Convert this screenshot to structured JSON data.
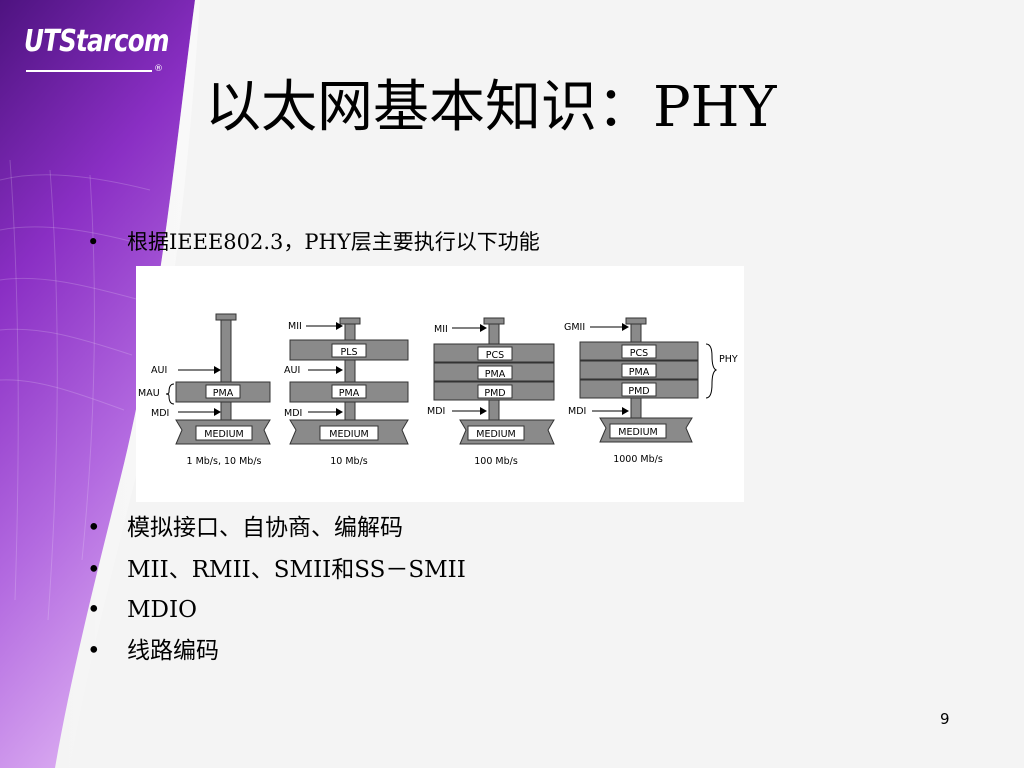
{
  "logo": {
    "text": "UTStarcom",
    "registered": "®"
  },
  "title": "以太网基本知识：PHY",
  "bullets": [
    {
      "marker": "•",
      "text": "根据IEEE802.3，PHY层主要执行以下功能"
    },
    {
      "marker": "•",
      "text": "模拟接口、自协商、编解码"
    },
    {
      "marker": "•",
      "text": "MII、RMII、SMII和SS－SMII"
    },
    {
      "marker": "•",
      "text": "MDIO"
    },
    {
      "marker": "•",
      "text": "线路编码"
    }
  ],
  "diagram": {
    "columns": [
      {
        "caption": "1 Mb/s, 10 Mb/s",
        "pma": "PMA",
        "medium": "MEDIUM",
        "aui": "AUI",
        "mau": "MAU",
        "mdi": "MDI"
      },
      {
        "caption": "10 Mb/s",
        "mii": "MII",
        "pls": "PLS",
        "aui": "AUI",
        "pma": "PMA",
        "mdi": "MDI",
        "medium": "MEDIUM"
      },
      {
        "caption": "100 Mb/s",
        "mii": "MII",
        "pcs": "PCS",
        "pma": "PMA",
        "pmd": "PMD",
        "mdi": "MDI",
        "medium": "MEDIUM"
      },
      {
        "caption": "1000 Mb/s",
        "gmii": "GMII",
        "pcs": "PCS",
        "pma": "PMA",
        "pmd": "PMD",
        "mdi": "MDI",
        "medium": "MEDIUM",
        "phy": "PHY"
      }
    ]
  },
  "page_number": "9",
  "colors": {
    "sidebar_top": "#5a1a8c",
    "sidebar_mid": "#9a3ad0",
    "sidebar_bottom": "#c580e8",
    "background": "#f4f4f4"
  }
}
